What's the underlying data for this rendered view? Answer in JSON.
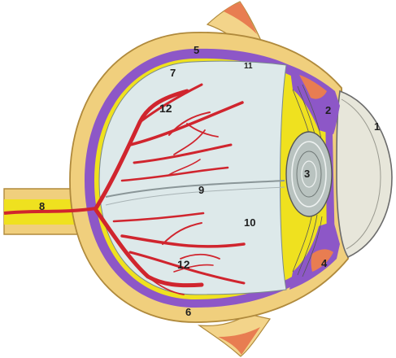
{
  "labels": {
    "cornea": "1",
    "iris_upper": "2",
    "lens": "3",
    "iris_lower": "4",
    "sclera": "5",
    "choroid": "6",
    "retina": "7",
    "optic_nerve": "8",
    "central_line": "9",
    "vitreous": "10",
    "ciliary_upper": "11",
    "vessels_upper": "12",
    "vessels_lower": "12"
  },
  "colors": {
    "sclera": "#f0cf7d",
    "sclera_stroke": "#b08a3c",
    "choroid": "#8d57c7",
    "retina": "#efe11f",
    "vitreous": "#dde9ea",
    "cornea": "#e7e6da",
    "vessel": "#d0252e",
    "muscle": "#e87d51",
    "lens": "#b9c3c0",
    "outline": "#3b3b3b"
  }
}
